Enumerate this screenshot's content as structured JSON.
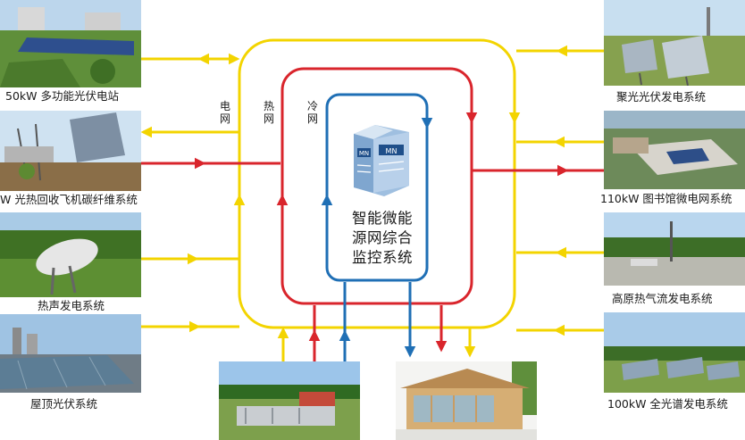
{
  "center": {
    "title": "智能微能\n源网综合\n监控系统",
    "logo_text_1": "MN",
    "logo_text_2": "MN"
  },
  "networks": [
    {
      "label": "电网",
      "color": "#f3d400"
    },
    {
      "label": "热网",
      "color": "#d9252c"
    },
    {
      "label": "冷网",
      "color": "#1f6fb5"
    }
  ],
  "left_stations": [
    {
      "label": "50kW 多功能光伏电站"
    },
    {
      "label": "W 光热回收飞机碳纤维系统"
    },
    {
      "label": "热声发电系统"
    },
    {
      "label": "屋顶光伏系统"
    }
  ],
  "right_stations": [
    {
      "label": "聚光光伏发电系统"
    },
    {
      "label": "110kW 图书馆微电网系统"
    },
    {
      "label": "高原热气流发电系统"
    },
    {
      "label": "100kW 全光谱发电系统"
    }
  ]
}
